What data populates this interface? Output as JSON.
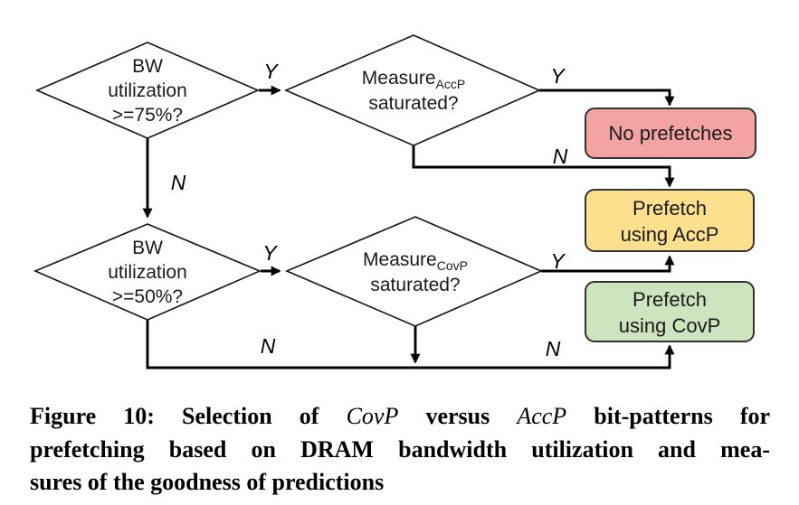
{
  "flowchart": {
    "edge_label_yes": "Y",
    "edge_label_no": "N",
    "diamonds": {
      "bw75": {
        "line1": "BW",
        "line2": "utilization",
        "line3": ">=75%?"
      },
      "measure_accp": {
        "main": "Measure",
        "sub": "AccP",
        "line2": "saturated?"
      },
      "bw50": {
        "line1": "BW",
        "line2": "utilization",
        "line3": ">=50%?"
      },
      "measure_covp": {
        "main": "Measure",
        "sub": "CovP",
        "line2": "saturated?"
      }
    },
    "boxes": {
      "no_prefetches": {
        "label": "No prefetches",
        "fill": "#f2a3a2"
      },
      "prefetch_accp": {
        "line1": "Prefetch",
        "line2": "using AccP",
        "fill": "#fce08e"
      },
      "prefetch_covp": {
        "line1": "Prefetch",
        "line2": "using CovP",
        "fill": "#cde4be"
      }
    },
    "colors": {
      "edge": "#000000",
      "node_border": "#1a1a1a",
      "box_border": "#333333"
    }
  },
  "caption": {
    "line1": {
      "t1": "Figure 10: Selection of",
      "i1": "CovP",
      "t2": "versus",
      "i2": "AccP",
      "t3": "bit-patterns for"
    },
    "line2": "prefetching based on DRAM bandwidth utilization and mea-",
    "line3": "sures of the goodness of predictions"
  }
}
